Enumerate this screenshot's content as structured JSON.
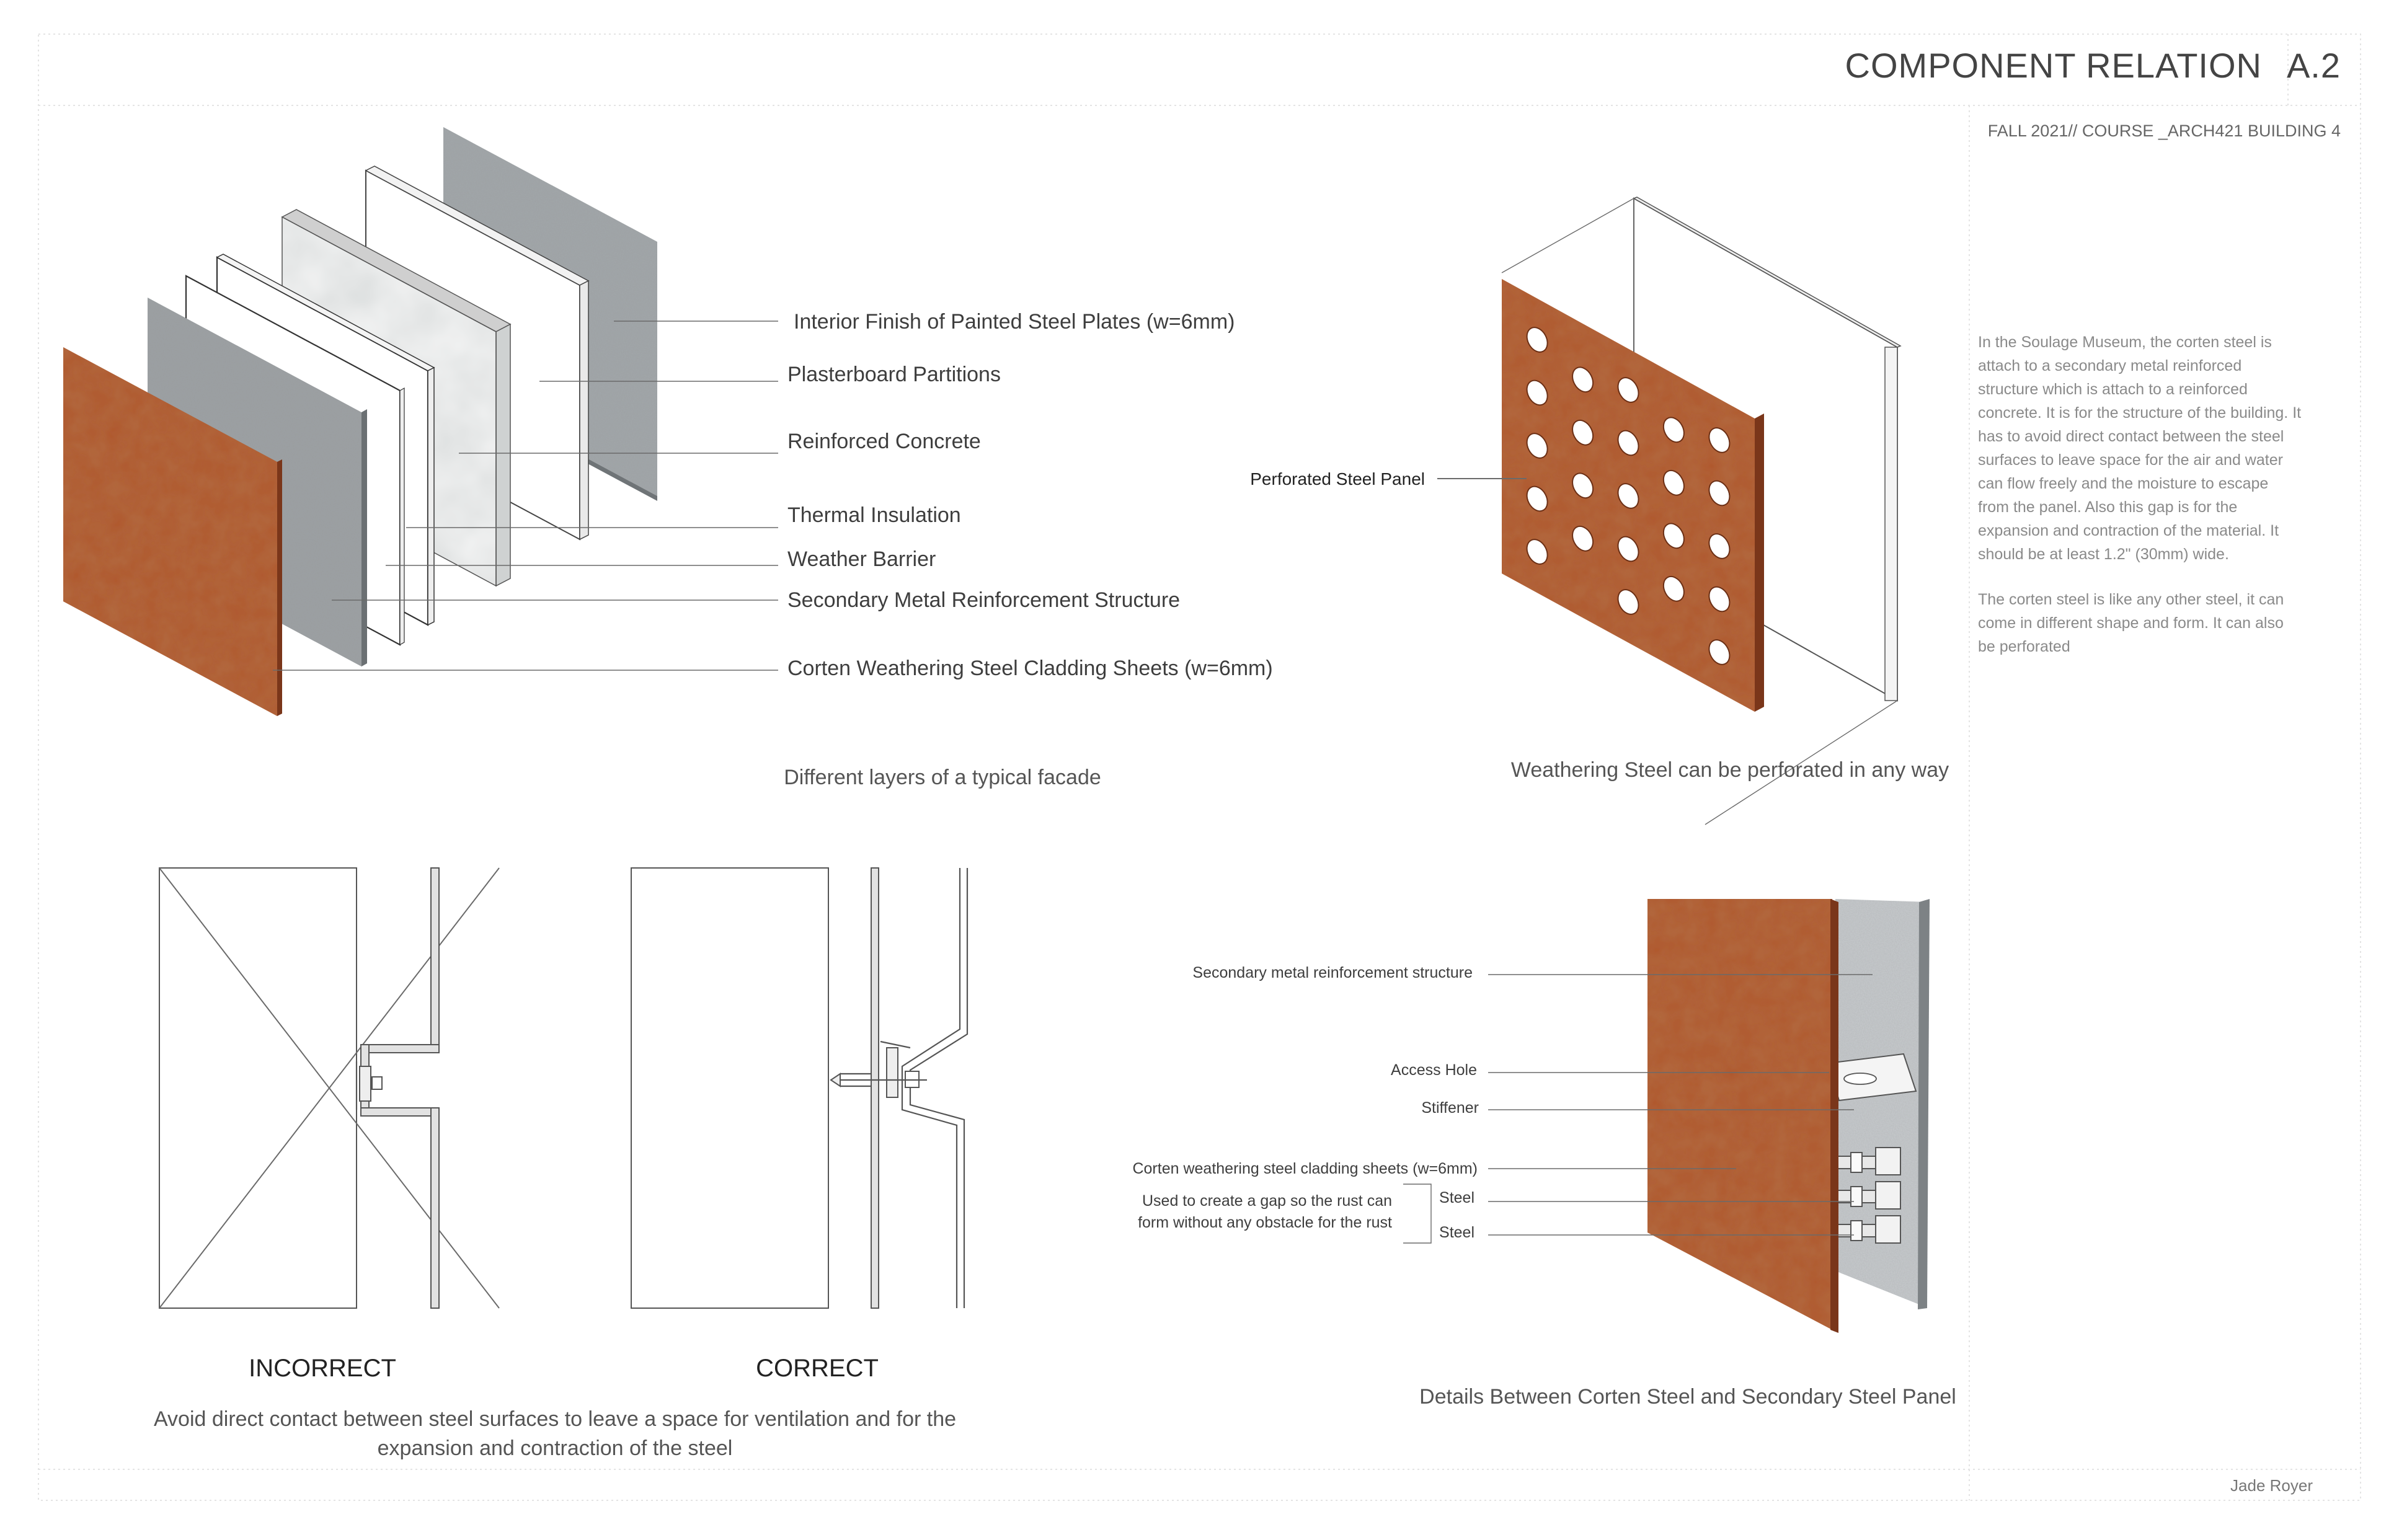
{
  "header": {
    "title": "COMPONENT RELATION",
    "sheet_number": "A.2",
    "subtitle": "FALL 2021// COURSE _ARCH421 BUILDING 4"
  },
  "layers_diagram": {
    "labels": [
      "Interior Finish of Painted Steel Plates (w=6mm)",
      "Plasterboard Partitions",
      "Reinforced Concrete",
      "Thermal Insulation",
      "Weather Barrier",
      "Secondary Metal Reinforcement Structure",
      "Corten Weathering Steel Cladding Sheets (w=6mm)"
    ],
    "caption": "Different layers of a typical facade"
  },
  "perforated_diagram": {
    "label": "Perforated Steel Panel",
    "caption": "Weathering Steel can be perforated in any way"
  },
  "description": {
    "paragraph1": [
      "In the Soulage Museum, the corten steel is",
      "attach to a secondary metal reinforced",
      "structure which is attach to a reinforced",
      "concrete. It is for the structure of the building. It",
      "has to avoid direct contact between the steel",
      "surfaces to leave space for the air and water",
      "can flow freely and the moisture to escape",
      "from the panel. Also this gap is for the",
      "expansion and contraction of the material. It",
      "should be at least 1.2\" (30mm) wide."
    ],
    "paragraph2": [
      "The corten steel is like any other steel, it can",
      "come in different shape and form. It can also",
      "be perforated"
    ]
  },
  "joint_diagram": {
    "incorrect_label": "INCORRECT",
    "correct_label": "CORRECT",
    "caption_lines": [
      "Avoid direct contact between steel surfaces to leave a space for ventilation and for the",
      "expansion and contraction of the steel"
    ]
  },
  "detail_diagram": {
    "labels": {
      "secondary": "Secondary metal reinforcement structure",
      "access_hole": "Access Hole",
      "stiffener": "Stiffener",
      "cladding": "Corten weathering steel cladding sheets (w=6mm)",
      "gap_note_1": "Used to create a gap so the rust can",
      "gap_note_2": "form without any obstacle for the rust",
      "steel_1": "Steel",
      "steel_2": "Steel"
    },
    "caption": "Details Between Corten Steel and Secondary Steel Panel"
  },
  "footer": {
    "author": "Jade Royer"
  },
  "colors": {
    "corten": "#b0582f",
    "concrete": "#9fa4a7",
    "plaster": "#d9dcdc"
  }
}
